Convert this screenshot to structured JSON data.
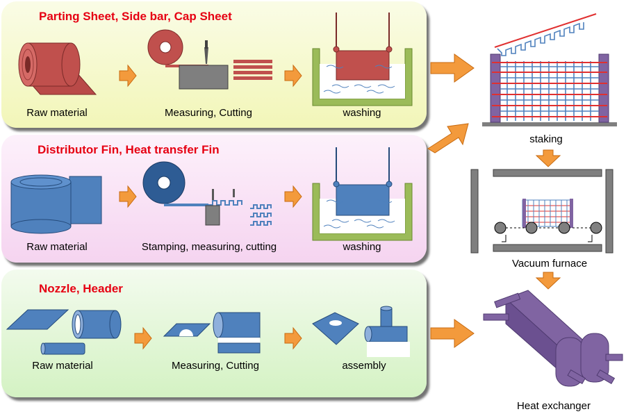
{
  "rows": [
    {
      "title": "Parting Sheet, Side bar, Cap Sheet",
      "steps": [
        "Raw material",
        "Measuring, Cutting",
        "washing"
      ]
    },
    {
      "title": "Distributor Fin, Heat transfer Fin",
      "steps": [
        "Raw material",
        "Stamping, measuring, cutting",
        "washing"
      ]
    },
    {
      "title": "Nozzle, Header",
      "steps": [
        "Raw material",
        "Measuring, Cutting",
        "assembly"
      ]
    }
  ],
  "right_steps": [
    "staking",
    "Vacuum furnace",
    "Heat exchanger"
  ],
  "colors": {
    "title": "#e60012",
    "arrow": "#f39a3c",
    "red_part": "#c0504d",
    "blue_part": "#4f81bd",
    "exchanger": "#8064a2"
  }
}
